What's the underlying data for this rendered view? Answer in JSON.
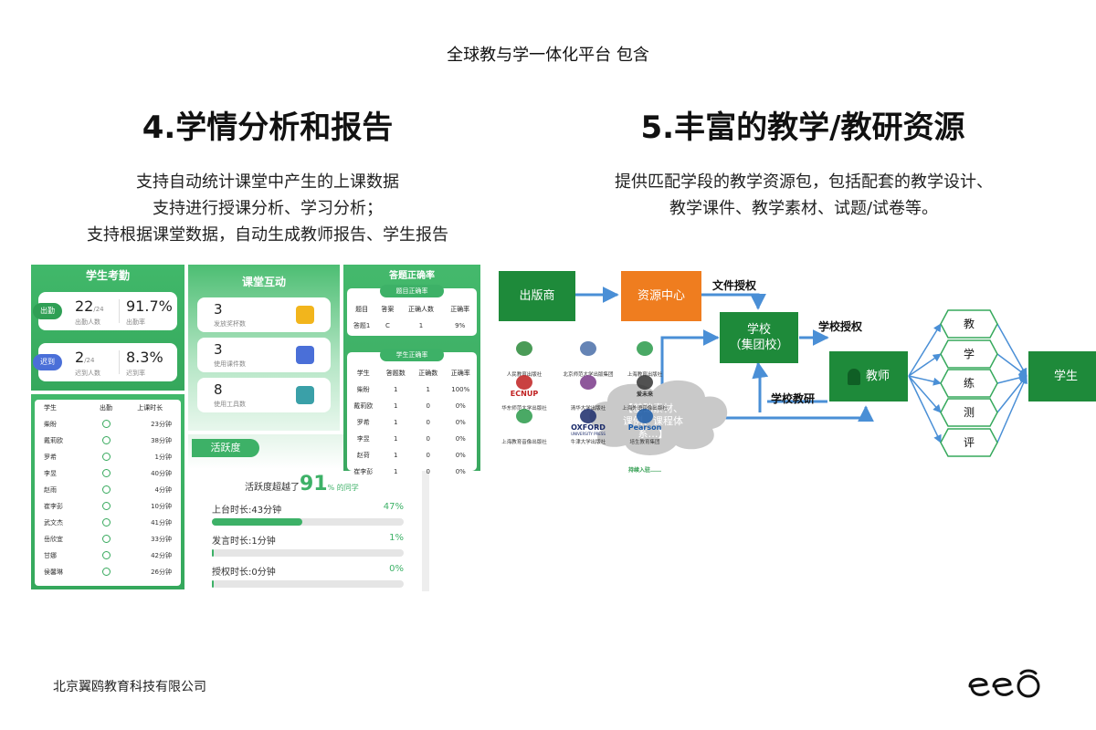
{
  "top_caption": "全球教与学一体化平台 包含",
  "section4": {
    "title": "4.学情分析和报告",
    "desc": [
      "支持自动统计课堂中产生的上课数据",
      "支持进行授课分析、学习分析；",
      "支持根据课堂数据，自动生成教师报告、学生报告"
    ]
  },
  "section5": {
    "title": "5.丰富的教学/教研资源",
    "desc": [
      "提供匹配学段的教学资源包，包括配套的教学设计、",
      "教学课件、教学素材、试题/试卷等。"
    ]
  },
  "attendance": {
    "header": "学生考勤",
    "present": {
      "pill": "出勤",
      "count": "22",
      "total": "/24",
      "count_label": "出勤人数",
      "rate": "91.7%",
      "rate_label": "出勤率"
    },
    "late": {
      "pill": "迟到",
      "count": "2",
      "total": "/24",
      "count_label": "迟到人数",
      "rate": "8.3%",
      "rate_label": "迟到率"
    },
    "columns": [
      "学生",
      "出勤",
      "上课时长"
    ],
    "rows": [
      {
        "name": "柴盼",
        "time": "23分钟"
      },
      {
        "name": "戴莉欧",
        "time": "38分钟"
      },
      {
        "name": "罗希",
        "time": "1分钟"
      },
      {
        "name": "李昱",
        "time": "40分钟"
      },
      {
        "name": "赵雨",
        "time": "4分钟"
      },
      {
        "name": "崔李彭",
        "time": "10分钟"
      },
      {
        "name": "武文杰",
        "time": "41分钟"
      },
      {
        "name": "岳欣宜",
        "time": "33分钟"
      },
      {
        "name": "甘娜",
        "time": "42分钟"
      },
      {
        "name": "侯馨琳",
        "time": "26分钟"
      }
    ]
  },
  "interaction": {
    "header": "课堂互动",
    "items": [
      {
        "value": "3",
        "label": "发放奖杯数",
        "icon": "trophy-icon"
      },
      {
        "value": "3",
        "label": "使用课件数",
        "icon": "ppt-icon"
      },
      {
        "value": "8",
        "label": "使用工具数",
        "icon": "toolbox-icon"
      }
    ]
  },
  "activity": {
    "tab": "活跃度",
    "prefix": "活跃度超越了",
    "value": "91",
    "suffix": "% 的同学",
    "bars": [
      {
        "label": "上台时长:43分钟",
        "percent_text": "47%",
        "fraction": 0.47
      },
      {
        "label": "发言时长:1分钟",
        "percent_text": "1%",
        "fraction": 0.01
      },
      {
        "label": "授权时长:0分钟",
        "percent_text": "0%",
        "fraction": 0.0
      }
    ]
  },
  "accuracy": {
    "header": "答题正确率",
    "question_tab": "题目正确率",
    "question_columns": [
      "题目",
      "答案",
      "正确人数",
      "正确率"
    ],
    "question_rows": [
      [
        "答题1",
        "C",
        "1",
        "9%"
      ]
    ],
    "student_tab": "学生正确率",
    "student_columns": [
      "学生",
      "答题数",
      "正确数",
      "正确率"
    ],
    "student_rows": [
      [
        "柴盼",
        "1",
        "1",
        "100%"
      ],
      [
        "戴莉欧",
        "1",
        "0",
        "0%"
      ],
      [
        "罗希",
        "1",
        "0",
        "0%"
      ],
      [
        "李昱",
        "1",
        "0",
        "0%"
      ],
      [
        "赵荷",
        "1",
        "0",
        "0%"
      ],
      [
        "崔李彭",
        "1",
        "0",
        "0%"
      ]
    ]
  },
  "diagram": {
    "publisher": "出版商",
    "resource_center": "资源中心",
    "school": "学校\n（集团校）",
    "teacher": "教师",
    "student": "学生",
    "file_auth": "文件授权",
    "school_auth": "学校授权",
    "school_research": "学校教研",
    "cloud": "【基础素材、\n课例、课程体\n系…】",
    "hexes": [
      "教",
      "学",
      "练",
      "测",
      "评"
    ],
    "publishers": [
      {
        "name": "人民教育出版社"
      },
      {
        "name": "北京师范大学出版集团"
      },
      {
        "name": "上海教育出版社"
      },
      {
        "name": "华东师范大学出版社",
        "mark": "ECNUP"
      },
      {
        "name": "清华大学出版社"
      },
      {
        "name": "上海外语音像出版社",
        "mark": "爱未来"
      },
      {
        "name": "上海教育音像出版社"
      },
      {
        "name": "牛津大学出版社",
        "mark": "OXFORD",
        "mark_sub": "UNIVERSITY PRESS"
      },
      {
        "name": "培生教育集团",
        "mark": "Pearson"
      }
    ],
    "more": "持续入驻……",
    "colors": {
      "dark_green": "#1e8a3a",
      "orange": "#ef7d1f",
      "arrow": "#4a8fd6"
    }
  },
  "footer": {
    "company": "北京翼鸥教育科技有限公司",
    "logo": "eeo"
  }
}
